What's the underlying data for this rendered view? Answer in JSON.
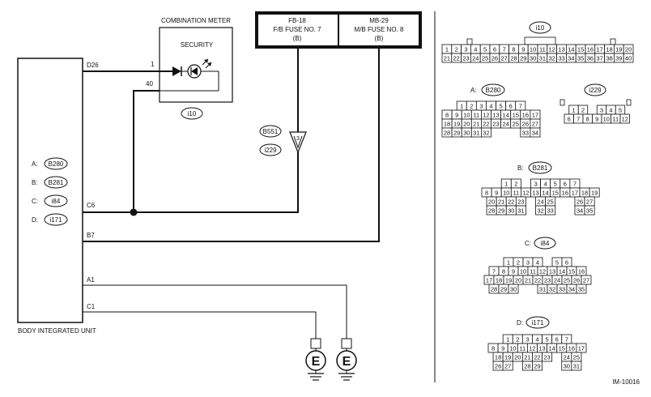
{
  "combination_meter": {
    "title": "COMBINATION METER",
    "indicator": "SECURITY",
    "pin_top": "1",
    "pin_bottom": "40",
    "connector": "i10"
  },
  "fuse_fb": {
    "line1": "FB-18",
    "line2": "F/B FUSE NO. 7",
    "line3": "(B)"
  },
  "fuse_mb": {
    "line1": "MB-29",
    "line2": "M/B FUSE NO. 8",
    "line3": "(B)"
  },
  "junction": {
    "top": "B551",
    "bottom": "i229",
    "pin": "3"
  },
  "body_unit": {
    "label": "BODY INTEGRATED UNIT",
    "connectors": [
      {
        "letter": "A:",
        "code": "B280"
      },
      {
        "letter": "B:",
        "code": "B281"
      },
      {
        "letter": "C:",
        "code": "i84"
      },
      {
        "letter": "D:",
        "code": "i171"
      }
    ],
    "pins": {
      "d26": "D26",
      "c6": "C6",
      "b7": "B7",
      "a1": "A1",
      "c1": "C1"
    }
  },
  "ground_symbol": "E",
  "connector_faces": {
    "i10": {
      "label": "i10",
      "rows": [
        [
          "1",
          "2",
          "3",
          "4",
          "5",
          "6",
          "7",
          "8",
          "9",
          "10",
          "11",
          "12",
          "13",
          "14",
          "15",
          "16",
          "17",
          "18",
          "19",
          "20"
        ],
        [
          "21",
          "22",
          "23",
          "24",
          "25",
          "26",
          "27",
          "28",
          "29",
          "30",
          "31",
          "32",
          "33",
          "34",
          "35",
          "36",
          "37",
          "38",
          "39",
          "40"
        ]
      ]
    },
    "B280": {
      "prefix": "A:",
      "label": "B280",
      "rows": [
        [
          "1",
          "2",
          "3",
          "4",
          "5",
          "6",
          "7"
        ],
        [
          "8",
          "9",
          "10",
          "11",
          "12",
          "13",
          "14",
          "15",
          "16",
          "17"
        ],
        [
          "18",
          "19",
          "20",
          "21",
          "22",
          "23",
          "24",
          "25",
          "26",
          "27"
        ],
        [
          "28",
          "29",
          "30",
          "31",
          "32",
          "",
          "",
          "",
          "33",
          "34"
        ]
      ]
    },
    "i229": {
      "label": "i229",
      "rows": [
        [
          "1",
          "2",
          "",
          "3",
          "4",
          "5"
        ],
        [
          "6",
          "7",
          "8",
          "9",
          "10",
          "11",
          "12"
        ]
      ]
    },
    "B281": {
      "prefix": "B:",
      "label": "B281",
      "rows": [
        [
          "1",
          "2",
          "",
          "3",
          "4",
          "5",
          "6",
          "7"
        ],
        [
          "8",
          "9",
          "10",
          "11",
          "12",
          "13",
          "14",
          "15",
          "16",
          "17",
          "18",
          "19"
        ],
        [
          "20",
          "21",
          "22",
          "23",
          "",
          "24",
          "25",
          "",
          "",
          "26",
          "27"
        ],
        [
          "28",
          "29",
          "30",
          "31",
          "",
          "32",
          "33",
          "",
          "",
          "34",
          "35"
        ]
      ]
    },
    "i84": {
      "prefix": "C:",
      "label": "i84",
      "rows": [
        [
          "1",
          "2",
          "3",
          "4",
          "",
          "5",
          "6"
        ],
        [
          "7",
          "8",
          "9",
          "10",
          "11",
          "12",
          "13",
          "14",
          "15",
          "16"
        ],
        [
          "17",
          "18",
          "19",
          "20",
          "21",
          "22",
          "23",
          "24",
          "25",
          "26",
          "27"
        ],
        [
          "28",
          "29",
          "30",
          "",
          "",
          "31",
          "32",
          "33",
          "34",
          "35"
        ]
      ]
    },
    "i171": {
      "prefix": "D:",
      "label": "i171",
      "rows": [
        [
          "1",
          "2",
          "3",
          "4",
          "5",
          "6",
          "7"
        ],
        [
          "8",
          "9",
          "10",
          "11",
          "12",
          "13",
          "14",
          "15",
          "16",
          "17"
        ],
        [
          "18",
          "19",
          "20",
          "21",
          "22",
          "23",
          "",
          "24",
          "25"
        ],
        [
          "26",
          "27",
          "",
          "28",
          "29",
          "",
          "",
          "30",
          "31"
        ]
      ]
    }
  },
  "figure_id": "IM-10016"
}
